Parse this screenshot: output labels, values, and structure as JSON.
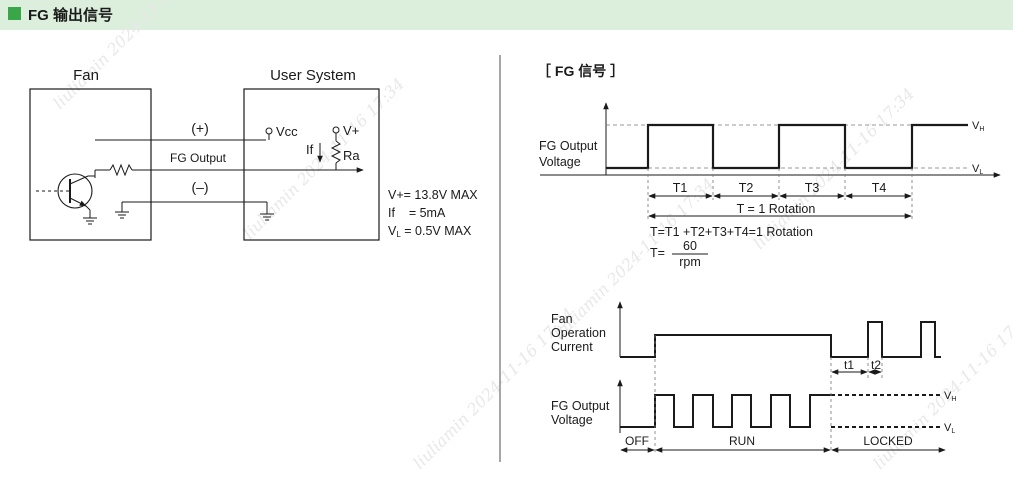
{
  "header": {
    "title": "FG 输出信号"
  },
  "circuit": {
    "fan_label": "Fan",
    "user_system_label": "User System",
    "plus_label": "(+)",
    "minus_label": "(–)",
    "vcc_label": "Vcc",
    "vplus_label": "V+",
    "if_label": "If",
    "ra_label": "Ra",
    "fg_output_label": "FG Output",
    "spec_vplus": "V+= 13.8V MAX",
    "spec_if": "If    = 5mA",
    "spec_vl": "V",
    "spec_vl_sub": "L",
    "spec_vl_rest": " = 0.5V MAX"
  },
  "fg_signal": {
    "section_title": "［ FG 信号 ］",
    "ylabel_line1": "FG Output",
    "ylabel_line2": "Voltage",
    "vh_label": "V",
    "vh_sub": "H",
    "vl_label": "V",
    "vl_sub": "L",
    "periods": [
      "T1",
      "T2",
      "T3",
      "T4"
    ],
    "rotation_label": "T = 1 Rotation",
    "formula1": "T=T1 +T2+T3+T4=1 Rotation",
    "formula2_prefix": "T=",
    "formula2_num": "60",
    "formula2_den": "rpm"
  },
  "lock_signal": {
    "current_line1": "Fan",
    "current_line2": "Operation",
    "current_line3": "Current",
    "voltage_line1": "FG Output",
    "voltage_line2": "Voltage",
    "t1_label": "t1",
    "t2_label": "t2",
    "vh_label": "V",
    "vh_sub": "H",
    "vl_label": "V",
    "vl_sub": "L",
    "state_off": "OFF",
    "state_run": "RUN",
    "state_locked": "LOCKED"
  },
  "watermark": {
    "text": "liuliamin  2024-11-16  17:34"
  }
}
